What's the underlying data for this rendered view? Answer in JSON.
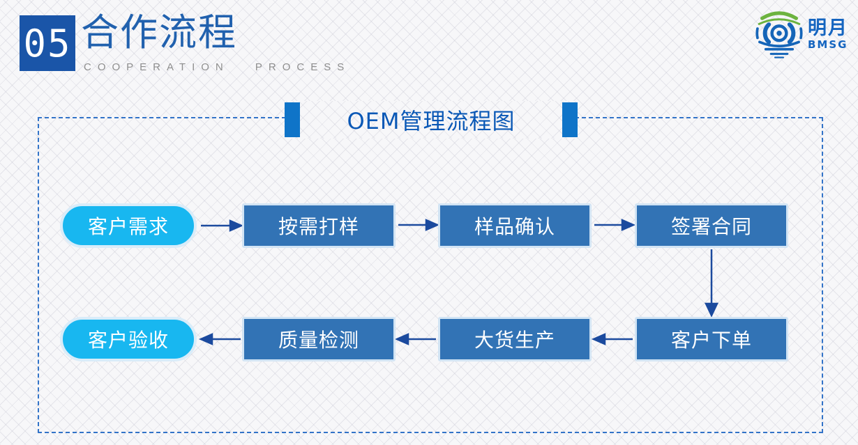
{
  "header": {
    "section_number": "05",
    "title_cn": "合作流程",
    "title_en": "COOPERATION PROCESS"
  },
  "logo": {
    "name_cn": "明月",
    "name_en": "BMSG"
  },
  "diagram": {
    "title": "OEM管理流程图",
    "row1": [
      {
        "label": "客户需求",
        "shape": "pill"
      },
      {
        "label": "按需打样",
        "shape": "rect"
      },
      {
        "label": "样品确认",
        "shape": "rect"
      },
      {
        "label": "签署合同",
        "shape": "rect"
      }
    ],
    "row2": [
      {
        "label": "客户验收",
        "shape": "pill"
      },
      {
        "label": "质量检测",
        "shape": "rect"
      },
      {
        "label": "大货生产",
        "shape": "rect"
      },
      {
        "label": "客户下单",
        "shape": "rect"
      }
    ]
  },
  "colors": {
    "badge_blue": "#1a55a8",
    "title_cn_blue": "#2161ae",
    "subtitle_gray": "#8e8e8e",
    "diagram_title_blue": "#0a58b6",
    "title_bar_blue": "#0f74c8",
    "pill_cyan": "#18b7f0",
    "pill_ring": "#d9ecf9",
    "box_blue": "#3273b5",
    "box_border": "#d2e4f4",
    "arrow_blue": "#1b4a9e",
    "dashed_border_blue": "#3273c8",
    "logo_blue": "#1565c0",
    "logo_green": "#6cb33f"
  }
}
